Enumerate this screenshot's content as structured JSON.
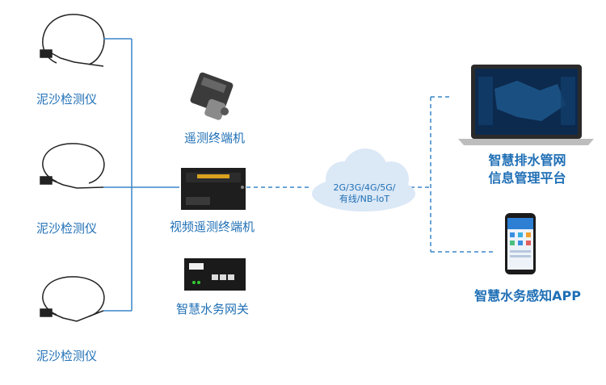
{
  "sensors": [
    {
      "label": "泥沙检测仪"
    },
    {
      "label": "泥沙检测仪"
    },
    {
      "label": "泥沙检测仪"
    }
  ],
  "devices": {
    "telemetry_terminal": "遥测终端机",
    "video_terminal": "视频遥测终端机",
    "gateway": "智慧水务网关"
  },
  "network": {
    "line1": "2G/3G/4G/5G/",
    "line2": "有线/NB-IoT"
  },
  "platform": {
    "line1": "智慧排水管网",
    "line2": "信息管理平台"
  },
  "app": {
    "label": "智慧水务感知APP"
  },
  "colors": {
    "accent": "#1f6fb5",
    "line": "#3a86c8",
    "cloud": "#dbe8f6"
  }
}
